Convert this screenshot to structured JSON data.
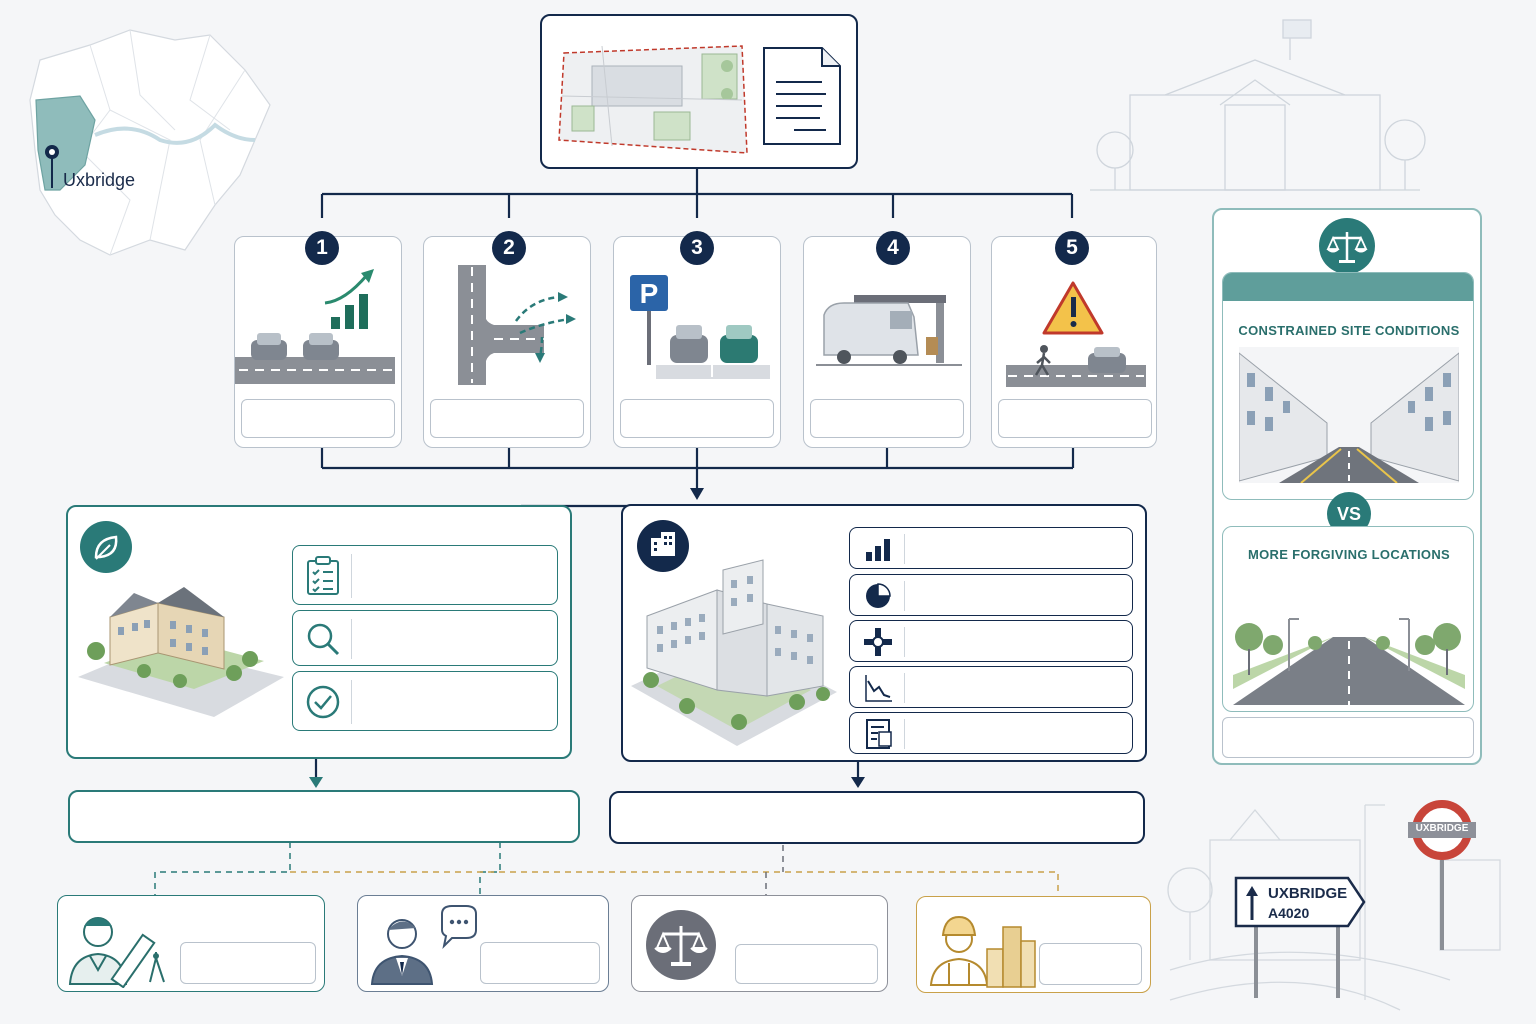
{
  "map": {
    "label": "Uxbridge"
  },
  "steps": [
    {
      "number": "1",
      "icon": "traffic-growth-icon"
    },
    {
      "number": "2",
      "icon": "junction-turning-icon"
    },
    {
      "number": "3",
      "icon": "parking-icon"
    },
    {
      "number": "4",
      "icon": "delivery-servicing-icon"
    },
    {
      "number": "5",
      "icon": "road-safety-icon"
    }
  ],
  "comparison": {
    "top_title": "CONSTRAINED SITE CONDITIONS",
    "vs": "VS",
    "bottom_title": "MORE FORGIVING LOCATIONS"
  },
  "signage": {
    "road_sign_line1": "UXBRIDGE",
    "road_sign_line2": "A4020",
    "station_sign": "UXBRIDGE"
  },
  "colors": {
    "navy": "#13294b",
    "teal": "#2a7a78",
    "grey": "#6b6e78",
    "gold": "#c9a14a"
  }
}
